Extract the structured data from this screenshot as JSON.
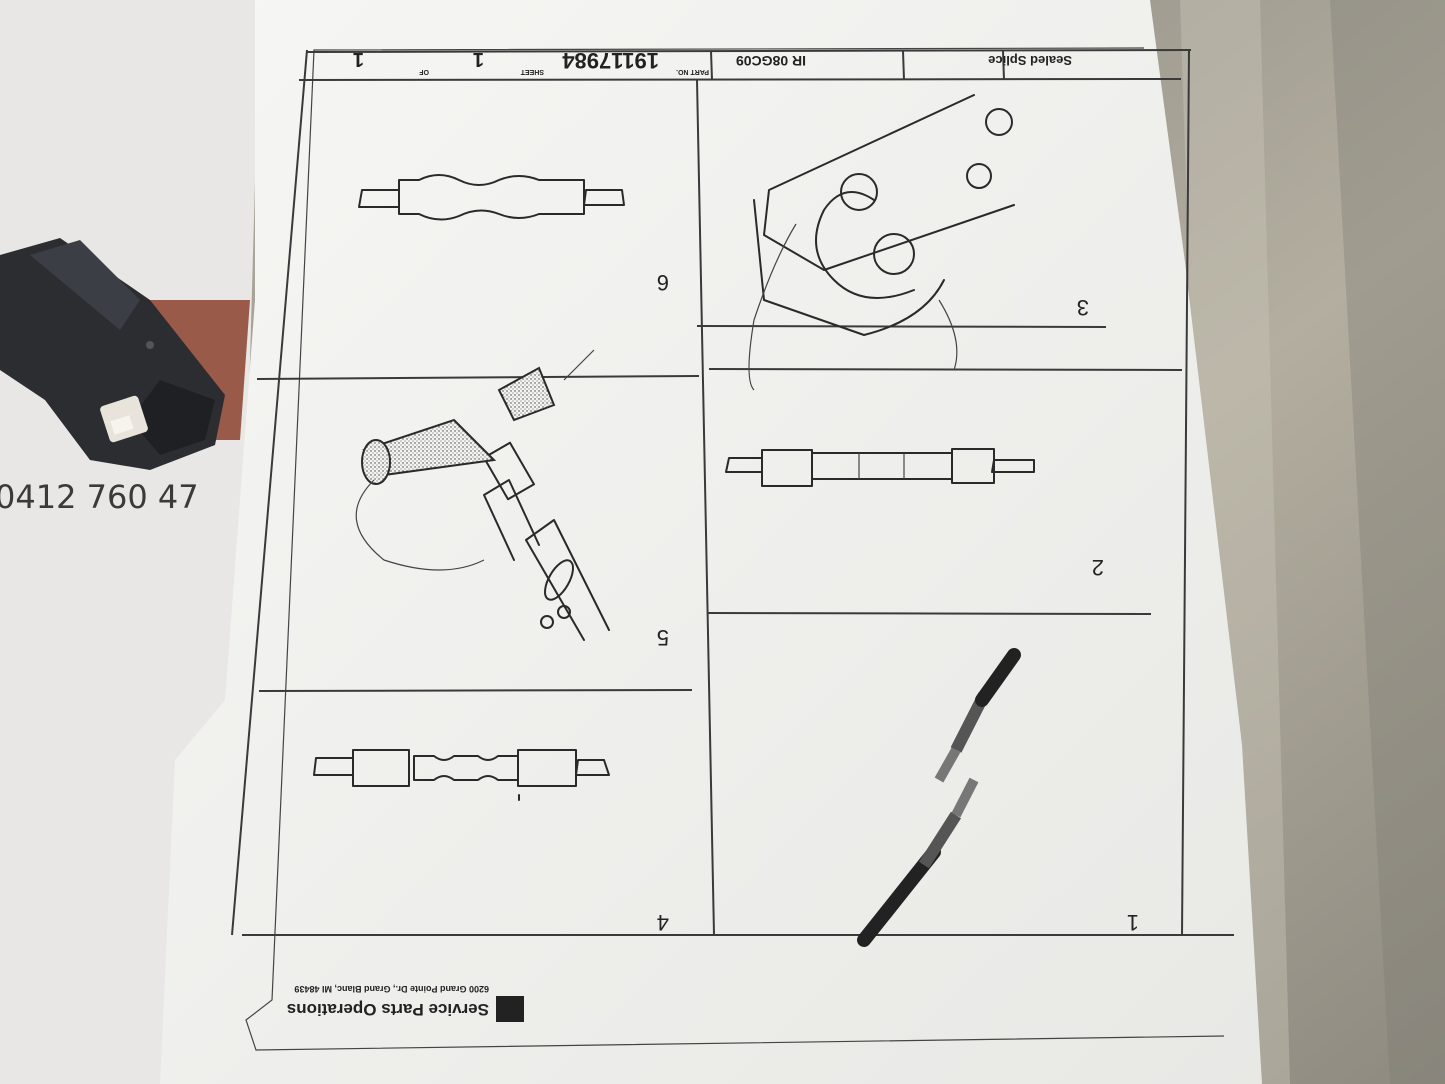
{
  "background": {
    "phone_text": "0412 760 47",
    "colors": {
      "steel": "#a8a49b",
      "paper": "#f1f1ef",
      "counter": "#e9e8e6",
      "connector": "#2b2d31",
      "wood": "#9a5a4a"
    }
  },
  "sheet": {
    "title": "Sealed Splice",
    "doc_code": "IR 08GC09",
    "part_no_label": "PART NO.",
    "part_no": "19117984",
    "sheet_label": "SHEET",
    "sheet_num": "1",
    "of_label": "OF",
    "sheet_total": "1",
    "footer_logo": "GM",
    "footer_company": "Service Parts Operations",
    "footer_address": "6200 Grand Pointe Dr., Grand Blanc, MI 48439",
    "panels": [
      {
        "label": "1",
        "icon": "wire-strip-icon"
      },
      {
        "label": "2",
        "icon": "splice-sleeve-icon"
      },
      {
        "label": "3",
        "icon": "crimp-tool-icon"
      },
      {
        "label": "4",
        "icon": "crimped-splice-icon"
      },
      {
        "label": "5",
        "icon": "heat-gun-icon"
      },
      {
        "label": "6",
        "icon": "sealed-splice-icon"
      }
    ]
  }
}
